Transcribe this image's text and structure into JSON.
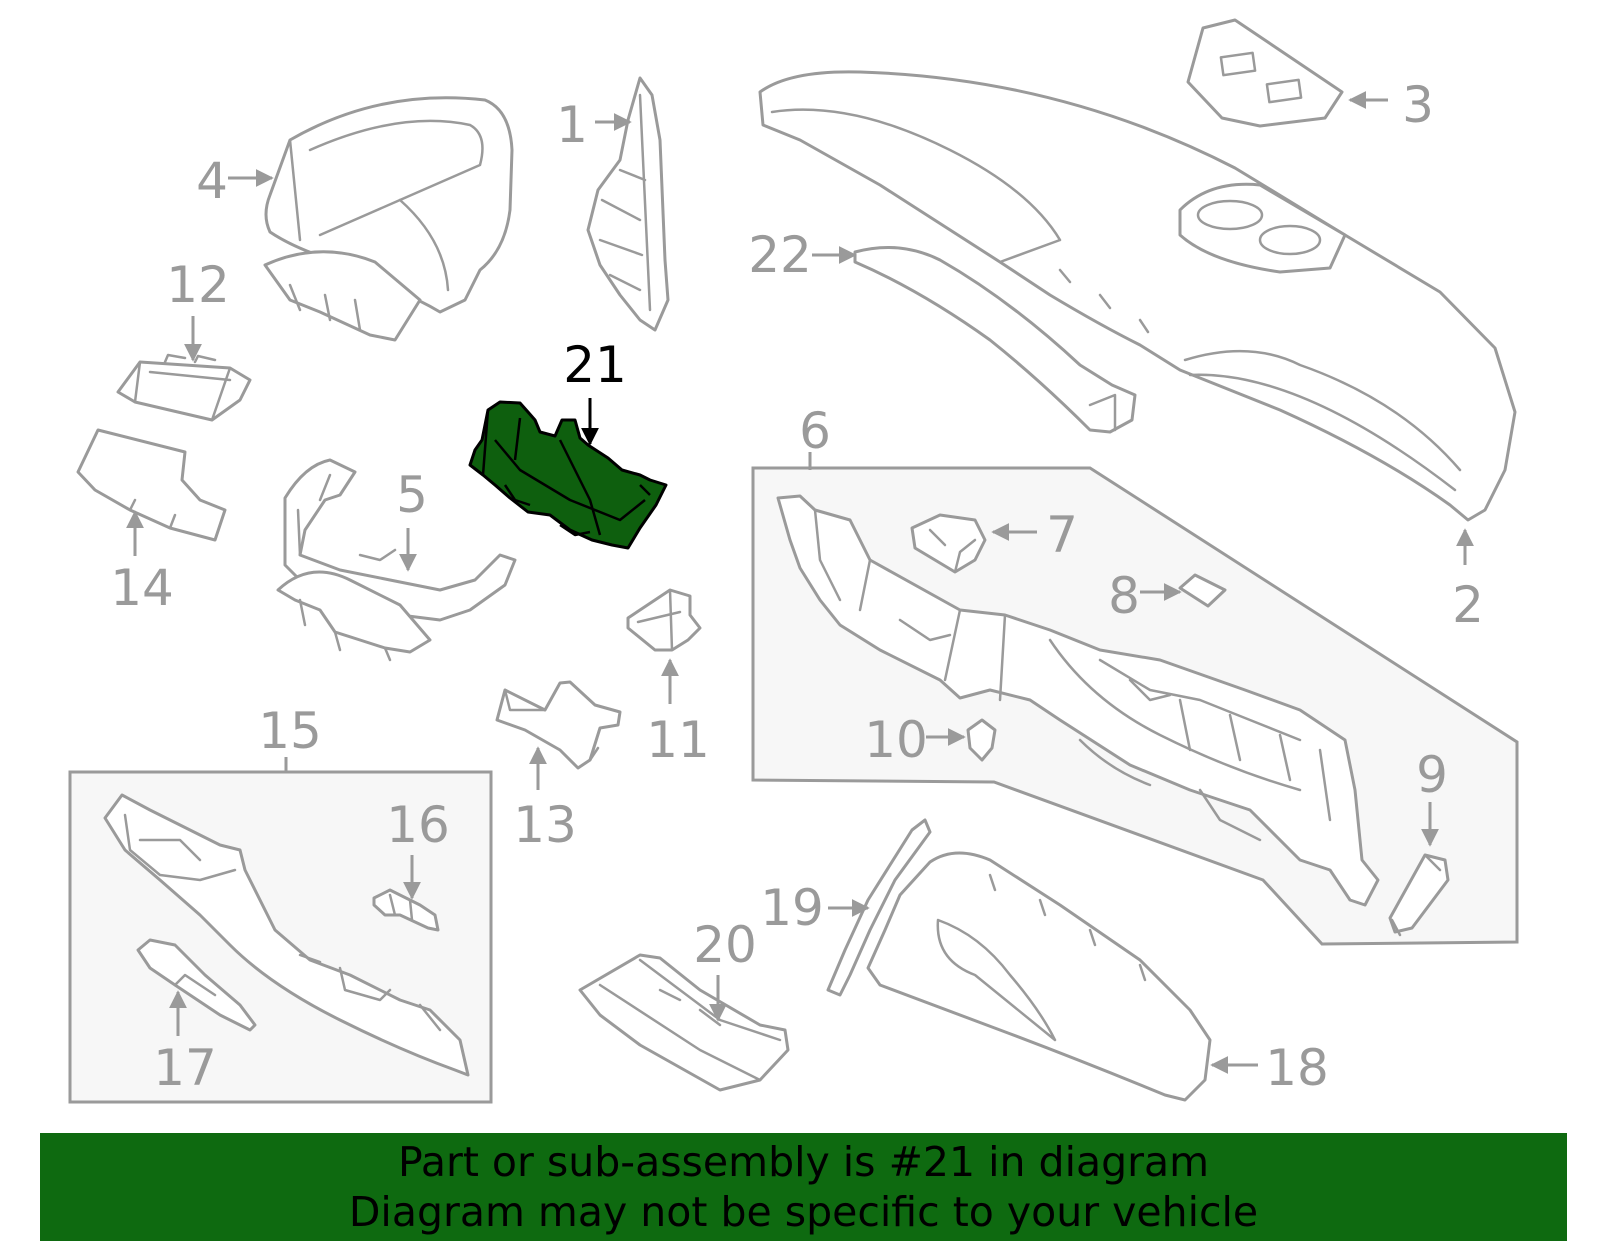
{
  "diagram": {
    "highlighted_part": "21",
    "highlight_color": "#0e5f0e",
    "line_color": "#9a9a9a",
    "callouts": {
      "c1": "1",
      "c2": "2",
      "c3": "3",
      "c4": "4",
      "c5": "5",
      "c6": "6",
      "c7": "7",
      "c8": "8",
      "c9": "9",
      "c10": "10",
      "c11": "11",
      "c12": "12",
      "c13": "13",
      "c14": "14",
      "c15": "15",
      "c16": "16",
      "c17": "17",
      "c18": "18",
      "c19": "19",
      "c20": "20",
      "c21": "21",
      "c22": "22"
    }
  },
  "banner": {
    "line1": "Part or sub-assembly is #21 in diagram",
    "line2": "Diagram may not be specific to your vehicle",
    "background": "#0e6a10"
  }
}
